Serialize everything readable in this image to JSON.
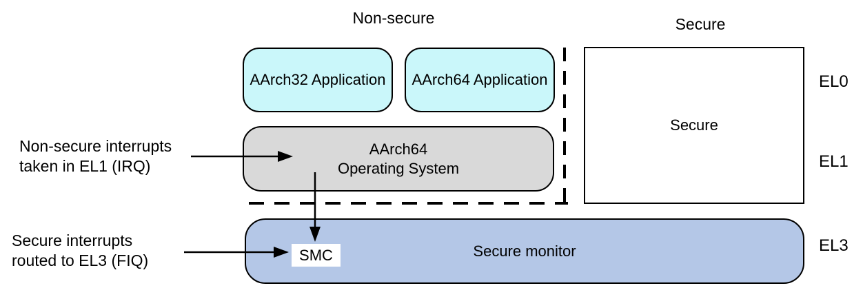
{
  "titles": {
    "non_secure": "Non-secure",
    "secure": "Secure"
  },
  "boxes": {
    "aarch32_app": {
      "label": "AArch32 Application",
      "fill": "#CAF7FA"
    },
    "aarch64_app": {
      "label": "AArch64 Application",
      "fill": "#CAF7FA"
    },
    "aarch64_os": {
      "line1": "AArch64",
      "line2": "Operating System",
      "fill": "#D9D9D9"
    },
    "secure_world": {
      "label": "Secure",
      "fill": "#FFFFFF"
    },
    "secure_monitor": {
      "label": "Secure monitor",
      "fill": "#B4C7E7"
    },
    "smc": {
      "label": "SMC",
      "fill": "#FFFFFF"
    }
  },
  "exception_levels": [
    {
      "label": "EL0"
    },
    {
      "label": "EL1"
    },
    {
      "label": "EL3"
    }
  ],
  "annotations": {
    "irq": {
      "line1": "Non-secure interrupts",
      "line2": "taken in EL1 (IRQ)"
    },
    "fiq": {
      "line1": "Secure interrupts",
      "line2": "routed to EL3 (FIQ)"
    }
  },
  "colors": {
    "border": "#000000",
    "arrow": "#000000",
    "dashed_boundary": "#000000",
    "background": "#FFFFFF"
  }
}
